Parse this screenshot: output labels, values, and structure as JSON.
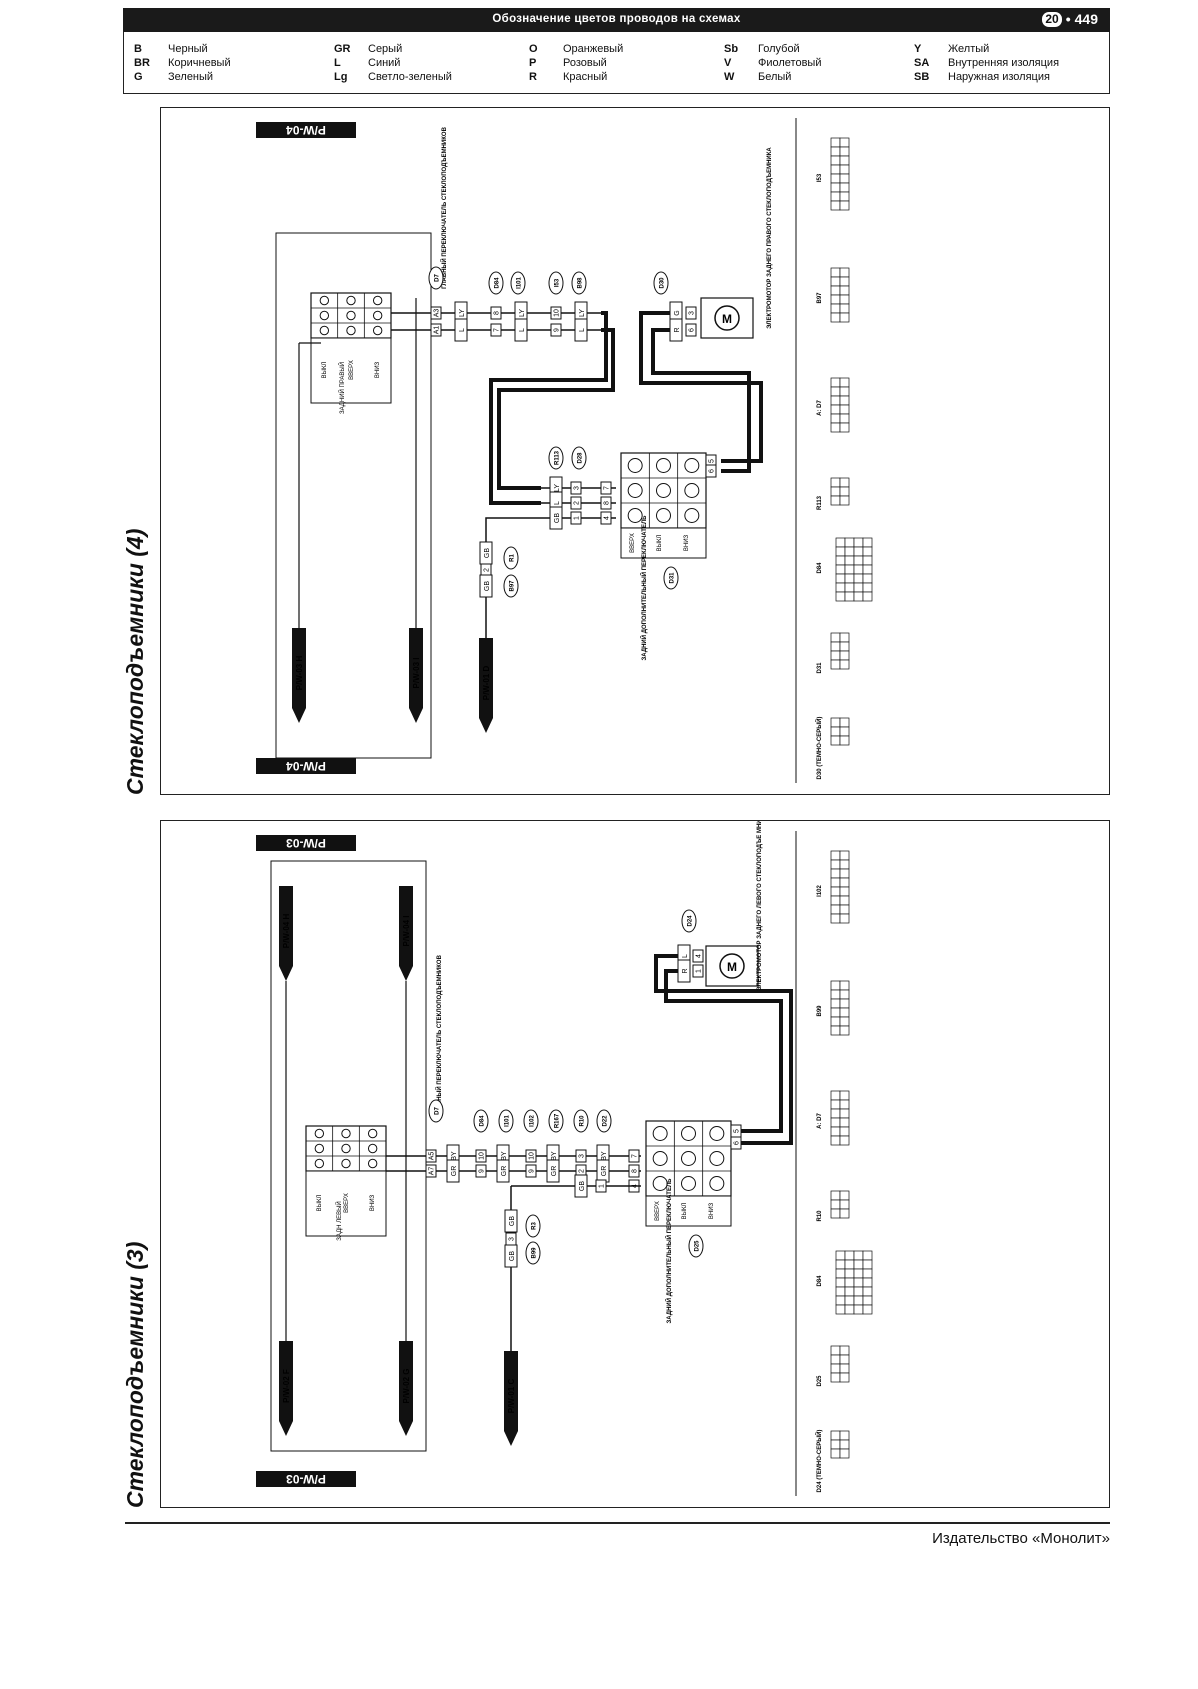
{
  "header": {
    "title": "Обозначение цветов проводов на схемах",
    "chapter": "20",
    "page": "449"
  },
  "legend": [
    [
      {
        "code": "B",
        "name": "Черный"
      },
      {
        "code": "BR",
        "name": "Коричневый"
      },
      {
        "code": "G",
        "name": "Зеленый"
      }
    ],
    [
      {
        "code": "GR",
        "name": "Серый"
      },
      {
        "code": "L",
        "name": "Синий"
      },
      {
        "code": "Lg",
        "name": "Светло-зеленый"
      }
    ],
    [
      {
        "code": "O",
        "name": "Оранжевый"
      },
      {
        "code": "P",
        "name": "Розовый"
      },
      {
        "code": "R",
        "name": "Красный"
      }
    ],
    [
      {
        "code": "Sb",
        "name": "Голубой"
      },
      {
        "code": "V",
        "name": "Фиолетовый"
      },
      {
        "code": "W",
        "name": "Белый"
      }
    ],
    [
      {
        "code": "Y",
        "name": "Желтый"
      },
      {
        "code": "SA",
        "name": "Внутренняя изоляция"
      },
      {
        "code": "SB",
        "name": "Наружная изоляция"
      }
    ]
  ],
  "diagram4": {
    "title": "Стеклоподъемники (4)",
    "tag": "P/W-04",
    "main_switch": "ГЛАВНЫЙ ПЕРЕКЛЮЧАТЕЛЬ СТЕКЛОПОДЪЕМНИКОВ",
    "main_switch_ref": "A: D7",
    "switch_label": "ЗАДНИЙ ПРАВЫЙ",
    "switch_positions": [
      "ВЫКЛ",
      "ВВЕРХ",
      "ВНИЗ"
    ],
    "motor_label": "ЭЛЕКТРОМОТОР ЗАДНЕГО ПРАВОГО СТЕКЛОПОДЪЕМНИКА",
    "motor_ref": "D30",
    "sub_switch": "ЗАДНИЙ ДОПОЛНИТЕЛЬНЫЙ ПЕРЕКЛЮЧАТЕЛЬ",
    "sub_switch_ref": "D31",
    "sub_positions": [
      "ВВЕРХ",
      "ВЫКЛ",
      "ВНИЗ"
    ],
    "connectors": [
      "D84",
      "I101",
      "I53",
      "B98",
      "R113",
      "D28",
      "R1",
      "B97"
    ],
    "offpage": [
      "P/W-03 H",
      "P/W-03 I",
      "P/W-01 D"
    ],
    "wires_top": [
      "LY",
      "L"
    ],
    "wire_pins_main": [
      "A3",
      "A1"
    ],
    "wire_pins_d84": [
      "8",
      "7"
    ],
    "wire_pins_i53": [
      "10",
      "9"
    ],
    "wires_sub": [
      "LY",
      "L",
      "GB"
    ],
    "wire_pins_r113": [
      "3",
      "2",
      "1"
    ],
    "wire_pins_d31": [
      "7",
      "8",
      "4"
    ],
    "motor_wires": [
      "G",
      "R"
    ],
    "motor_pins": [
      "3",
      "6"
    ],
    "sub_motor_pins": [
      "5",
      "6"
    ],
    "r1_wire": "GB",
    "r1_pin": "2",
    "bottom_connectors": [
      "D30 (ТЕМНО-СЕРЫЙ)",
      "D31",
      "D84",
      "R113",
      "A: D7",
      "B97",
      "I53"
    ]
  },
  "diagram3": {
    "title": "Стеклоподъемники (3)",
    "tag": "P/W-03",
    "main_switch": "ГЛАВНЫЙ ПЕРЕКЛЮЧАТЕЛЬ СТЕКЛОПОДЪЕМНИКОВ",
    "main_switch_ref": "A: D7",
    "switch_label": "ЗАДН ЛЕВЫЙ",
    "switch_positions": [
      "ВЫКЛ",
      "ВВЕРХ",
      "ВНИЗ"
    ],
    "motor_label": "ЭЛЕКТРОМОТОР ЗАДНЕГО ЛЕВОГО СТЕКЛОПОДЪЕ МНИКА",
    "motor_ref": "D24",
    "sub_switch": "ЗАДНИЙ ДОПОЛНИТЕЛЬНЫЙ ПЕРЕКЛЮЧАТЕЛЬ",
    "sub_switch_ref": "D25",
    "sub_positions": [
      "ВВЕРХ",
      "ВЫКЛ",
      "ВНИЗ"
    ],
    "connectors": [
      "D84",
      "I101",
      "I102",
      "R167",
      "R10",
      "D22",
      "B99",
      "R3"
    ],
    "offpage": [
      "P/W-04 H",
      "P/W-04 I",
      "P/W-02 F",
      "P/W-02 G",
      "P/W-01 C"
    ],
    "wires_top": [
      "BY",
      "GR"
    ],
    "wire_pins_main": [
      "A5",
      "A7"
    ],
    "wire_pins_d84": [
      "10",
      "9"
    ],
    "wire_pins_i102": [
      "10",
      "9"
    ],
    "wires_sub": [
      "BY",
      "GR",
      "GB"
    ],
    "wire_pins_r10": [
      "3",
      "2",
      "1"
    ],
    "wire_pins_d25": [
      "7",
      "8",
      "4"
    ],
    "motor_wires": [
      "L",
      "R"
    ],
    "motor_pins": [
      "4",
      "1"
    ],
    "sub_motor_pins": [
      "5",
      "6"
    ],
    "b99_wire": "GB",
    "b99_pin": "3",
    "bottom_connectors": [
      "D24 (ТЕМНО-СЕРЫЙ)",
      "D25",
      "D84",
      "R10",
      "A: D7",
      "B99",
      "I102"
    ]
  },
  "publisher": "Издательство «Монолит»"
}
